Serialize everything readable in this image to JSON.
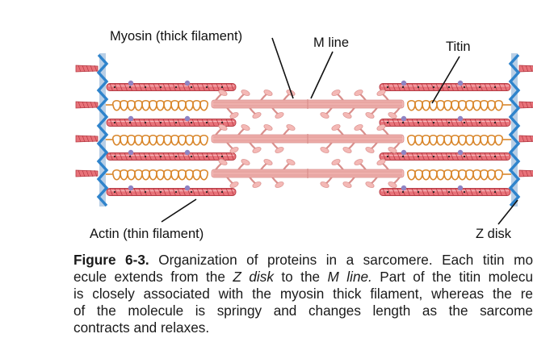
{
  "labels": {
    "myosin": "Myosin (thick filament)",
    "m_line": "M line",
    "titin": "Titin",
    "actin": "Actin (thin filament)",
    "z_disk": "Z disk"
  },
  "caption": {
    "figure_number": "Figure 6-3.",
    "line1_rest": " Organization of proteins in a sarcomere. Each titin mo",
    "line2_a": "ecule extends from the ",
    "line2_em1": "Z disk",
    "line2_b": " to the ",
    "line2_em2": "M line.",
    "line2_c": " Part of the titin molecu",
    "line3": "is closely associated with the myosin thick filament, whereas the re",
    "line4": "of the molecule is springy and changes length as the sarcome",
    "line5": "contracts and relaxes."
  },
  "colors": {
    "actin": "#e8737a",
    "actin_dark": "#b53a44",
    "actin_light": "#f6b9bd",
    "myosin": "#f4b9b6",
    "myosin_dark": "#d98f8c",
    "titin": "#d9872c",
    "z_disk": "#2f84cc",
    "z_disk_bar": "#b9cfe6",
    "tropomodulin": "#8e84c4",
    "label_line": "#111111"
  }
}
